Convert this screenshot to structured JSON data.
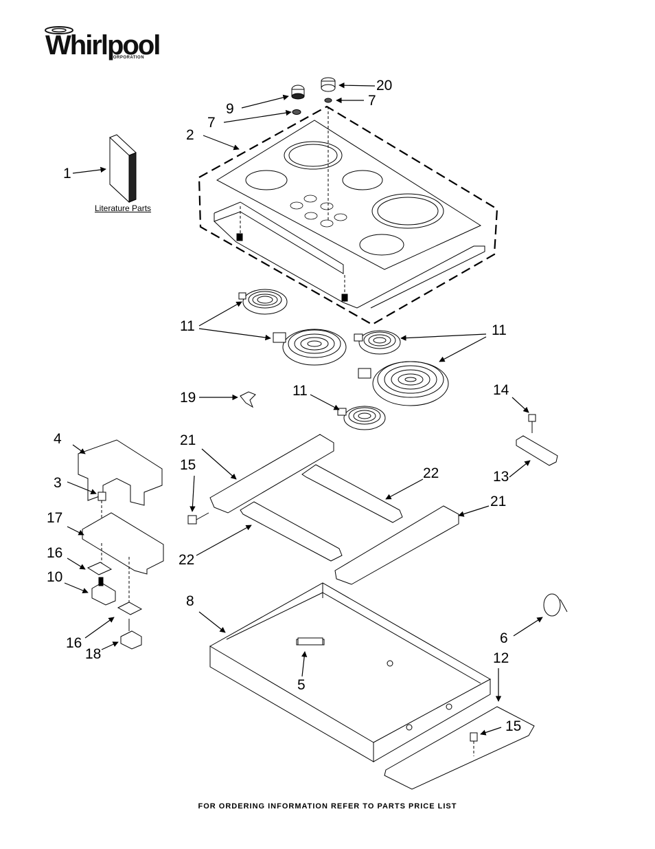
{
  "brand": {
    "name": "Whirlpool",
    "subtitle": "CORPORATION"
  },
  "literature_label": "Literature Parts",
  "footer_text": "FOR ORDERING INFORMATION REFER TO PARTS PRICE LIST",
  "callouts": [
    {
      "id": "c20",
      "label": "20"
    },
    {
      "id": "c7a",
      "label": "7"
    },
    {
      "id": "c9",
      "label": "9"
    },
    {
      "id": "c7b",
      "label": "7"
    },
    {
      "id": "c2",
      "label": "2"
    },
    {
      "id": "c1",
      "label": "1"
    },
    {
      "id": "c11a",
      "label": "11"
    },
    {
      "id": "c11b",
      "label": "11"
    },
    {
      "id": "c19",
      "label": "19"
    },
    {
      "id": "c11c",
      "label": "11"
    },
    {
      "id": "c14",
      "label": "14"
    },
    {
      "id": "c4",
      "label": "4"
    },
    {
      "id": "c21a",
      "label": "21"
    },
    {
      "id": "c15a",
      "label": "15"
    },
    {
      "id": "c22a",
      "label": "22"
    },
    {
      "id": "c3",
      "label": "3"
    },
    {
      "id": "c13",
      "label": "13"
    },
    {
      "id": "c21b",
      "label": "21"
    },
    {
      "id": "c17",
      "label": "17"
    },
    {
      "id": "c22b",
      "label": "22"
    },
    {
      "id": "c16a",
      "label": "16"
    },
    {
      "id": "c10",
      "label": "10"
    },
    {
      "id": "c8",
      "label": "8"
    },
    {
      "id": "c6",
      "label": "6"
    },
    {
      "id": "c16b",
      "label": "16"
    },
    {
      "id": "c18",
      "label": "18"
    },
    {
      "id": "c12",
      "label": "12"
    },
    {
      "id": "c5",
      "label": "5"
    },
    {
      "id": "c15b",
      "label": "15"
    }
  ]
}
